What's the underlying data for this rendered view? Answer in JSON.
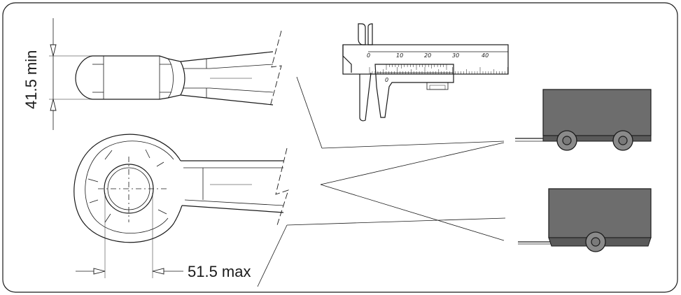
{
  "dimensions": {
    "height_label": "41.5 min",
    "width_label": "51.5 max"
  },
  "caliper_scale": {
    "main_ticks": [
      "0",
      "10",
      "20",
      "30",
      "40"
    ],
    "vernier_zero": "0"
  },
  "colors": {
    "line": "#1a1a1a",
    "trailer_fill": "#6d6d6d",
    "background": "#ffffff"
  }
}
